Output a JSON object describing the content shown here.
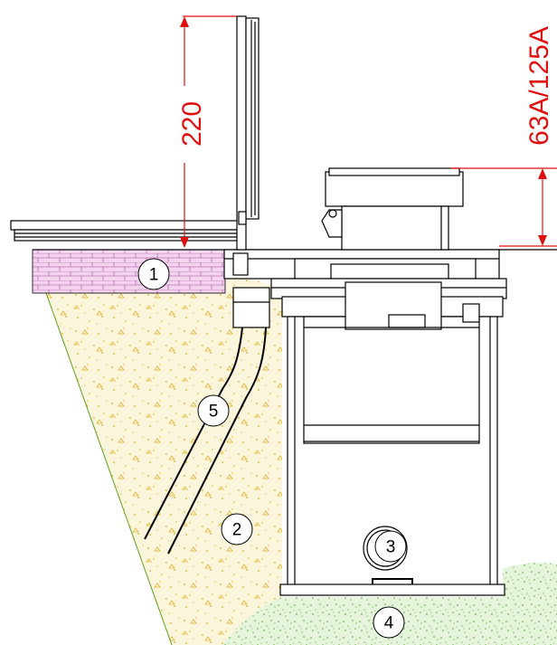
{
  "dimensions": {
    "lid_height": "220",
    "socket_rating": "63A/125A"
  },
  "callouts": [
    "1",
    "2",
    "3",
    "4",
    "5"
  ],
  "colors": {
    "dimension": "#e01010",
    "paving_fill": "#f3d3ee",
    "paving_lines": "#a04aa0",
    "sand_fill": "#fbf5dc",
    "sand_dots": "#e0b020",
    "sand_edge": "#5aa020",
    "soil_fill": "#e6f4dc",
    "soil_dots": "#4fa030"
  }
}
